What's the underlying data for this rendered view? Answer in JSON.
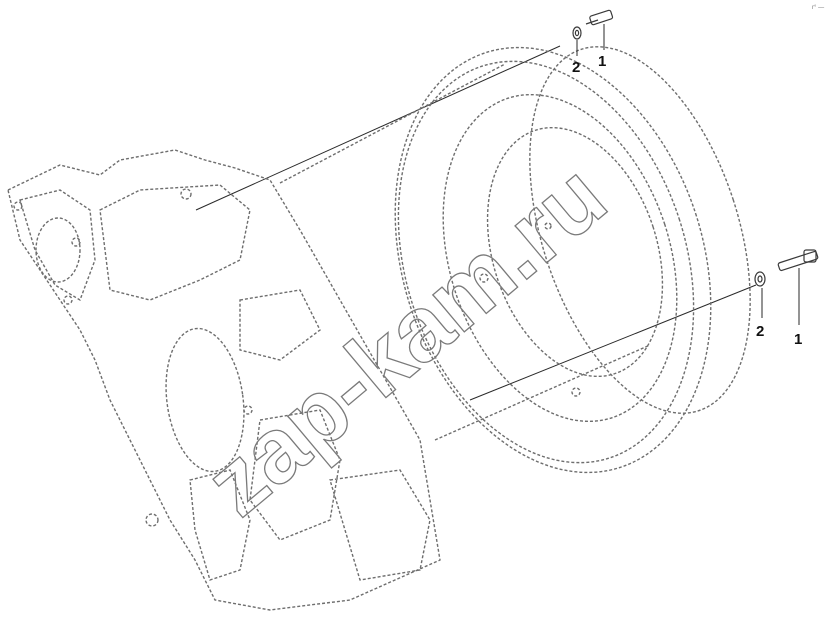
{
  "diagram": {
    "callouts": [
      {
        "id": "top-bolt",
        "label": "1"
      },
      {
        "id": "top-washer",
        "label": "2"
      },
      {
        "id": "right-bolt",
        "label": "1"
      },
      {
        "id": "right-washer",
        "label": "2"
      }
    ],
    "watermark": "zap-kam.ru",
    "corner_mark": "r° —",
    "line_color": "#6e6e6e"
  }
}
